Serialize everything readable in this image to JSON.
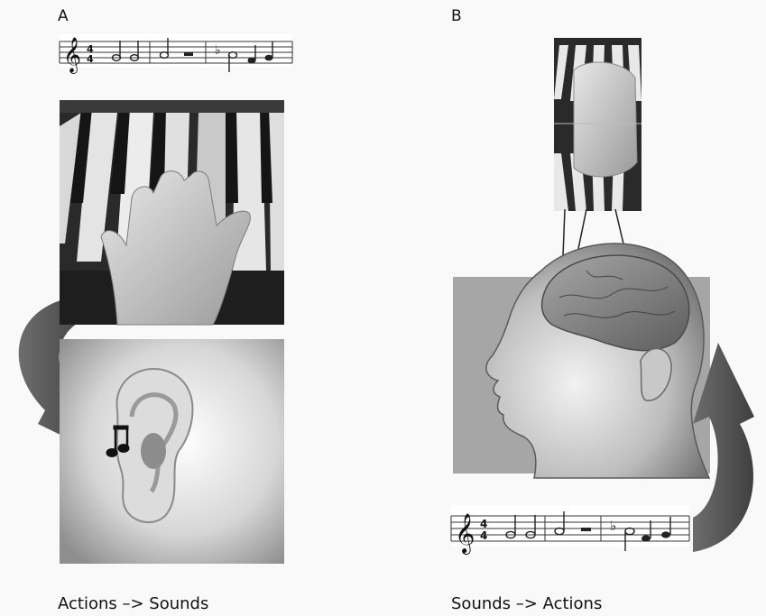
{
  "panels": [
    {
      "label": "A",
      "caption": "Actions –> Sounds"
    },
    {
      "label": "B",
      "caption": "Sounds –> Actions"
    }
  ]
}
